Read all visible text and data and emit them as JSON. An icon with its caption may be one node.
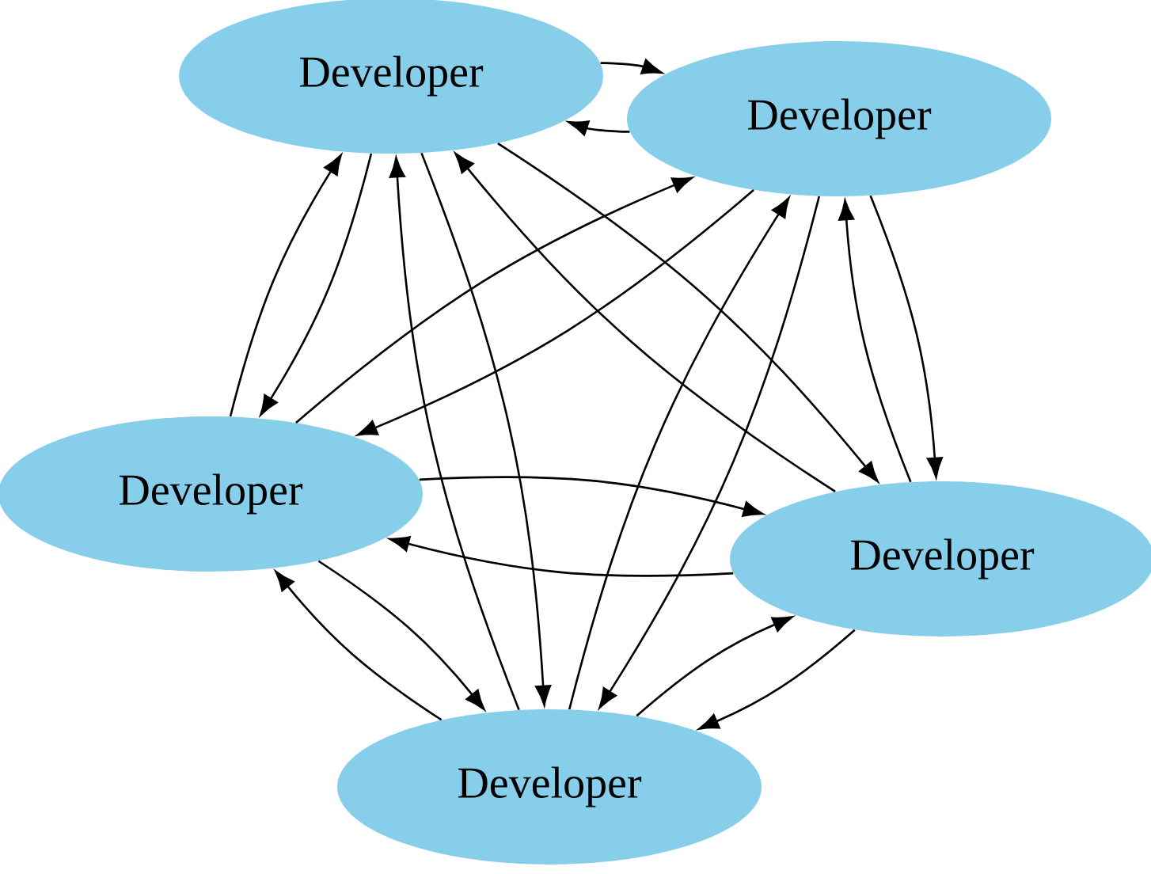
{
  "diagram": {
    "nodes": [
      {
        "text": [
          "Developer"
        ]
      },
      {
        "text": [
          "Developer"
        ]
      },
      {
        "text": [
          "Developer"
        ]
      },
      {
        "text": [
          "Developer"
        ]
      },
      {
        "text": [
          "Developer"
        ]
      }
    ],
    "edges": [
      {
        "from": 0,
        "to": 1,
        "arrow": "to"
      },
      {
        "from": 1,
        "to": 0,
        "arrow": "to"
      },
      {
        "from": 0,
        "to": 2,
        "arrow": "to"
      },
      {
        "from": 2,
        "to": 0,
        "arrow": "to"
      },
      {
        "from": 0,
        "to": 3,
        "arrow": "to"
      },
      {
        "from": 3,
        "to": 0,
        "arrow": "to"
      },
      {
        "from": 0,
        "to": 4,
        "arrow": "to"
      },
      {
        "from": 4,
        "to": 0,
        "arrow": "to"
      },
      {
        "from": 1,
        "to": 2,
        "arrow": "to"
      },
      {
        "from": 2,
        "to": 1,
        "arrow": "to"
      },
      {
        "from": 1,
        "to": 3,
        "arrow": "to"
      },
      {
        "from": 3,
        "to": 1,
        "arrow": "to"
      },
      {
        "from": 1,
        "to": 4,
        "arrow": "to"
      },
      {
        "from": 4,
        "to": 1,
        "arrow": "to"
      },
      {
        "from": 2,
        "to": 3,
        "arrow": "to"
      },
      {
        "from": 3,
        "to": 2,
        "arrow": "to"
      },
      {
        "from": 2,
        "to": 4,
        "arrow": "to"
      },
      {
        "from": 4,
        "to": 2,
        "arrow": "to"
      },
      {
        "from": 3,
        "to": 4,
        "arrow": "to"
      },
      {
        "from": 4,
        "to": 3,
        "arrow": "to"
      }
    ]
  }
}
